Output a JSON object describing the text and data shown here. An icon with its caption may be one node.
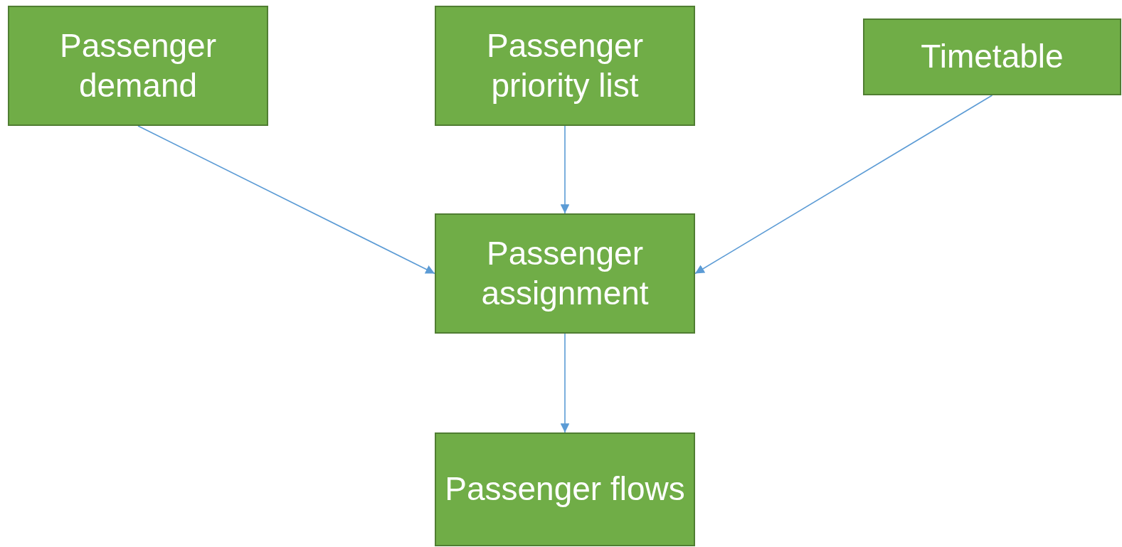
{
  "diagram": {
    "nodes": [
      {
        "text": [
          "Passenger demand"
        ]
      },
      {
        "text": [
          "Passenger priority list"
        ]
      },
      {
        "text": [
          "Timetable"
        ]
      },
      {
        "text": [
          "Passenger assignment"
        ]
      },
      {
        "text": [
          "Passenger flows"
        ]
      }
    ],
    "edges": [
      {
        "from": 0,
        "to": 3,
        "arrow": "to"
      },
      {
        "from": 1,
        "to": 3,
        "arrow": "to"
      },
      {
        "from": 2,
        "to": 3,
        "arrow": "to"
      },
      {
        "from": 3,
        "to": 4,
        "arrow": "to"
      }
    ]
  }
}
